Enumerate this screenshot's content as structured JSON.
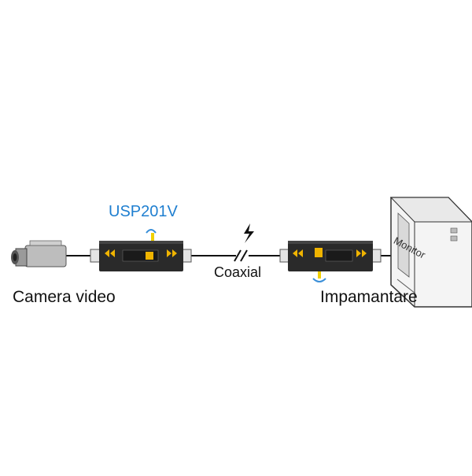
{
  "labels": {
    "device_model": "USP201V",
    "cable": "Coaxial",
    "camera": "Camera video",
    "monitor": "Impamantare",
    "monitor_screen": "Monitor"
  },
  "colors": {
    "accent": "#1f7fd0",
    "device_body": "#2a2a2a",
    "device_highlight": "#f0b400",
    "line": "#111111",
    "ground_wire": "#f0d000",
    "ground_wire_alt": "#3a8fd8"
  },
  "icons": {
    "camera": "camera-icon",
    "surge_left": "surge-protector-icon",
    "surge_right": "surge-protector-icon",
    "lightning": "lightning-icon",
    "monitor": "monitor-icon",
    "cable_break": "cable-break-icon"
  }
}
